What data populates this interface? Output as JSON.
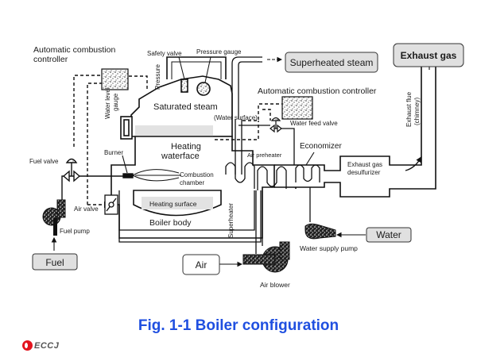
{
  "labels": {
    "auto_controller_left_1": "Automatic combustion",
    "auto_controller_left_2": "controller",
    "safety_valve": "Safety valve",
    "pressure_gauge": "Pressure gauge",
    "pressure": "Pressure",
    "water_level_gauge_1": "Water level",
    "water_level_gauge_2": "gauge",
    "saturated_steam": "Saturated steam",
    "water_surface": "(Water surface)",
    "heating_top_1": "Heating",
    "heating_top_2": "waterface",
    "burner": "Burner",
    "fuel_valve": "Fuel valve",
    "combustion_chamber_1": "Combustion",
    "combustion_chamber_2": "chamber",
    "air_valve": "Air valve",
    "heating_surface": "Heating surface",
    "boiler_body": "Boiler body",
    "fuel_pump": "Fuel pump",
    "superheater": "Superheater",
    "auto_controller_right": "Automatic combustion controller",
    "water_feed_valve": "Water feed valve",
    "air_preheater": "Air preheater",
    "economizer": "Economizer",
    "exhaust_desulf_1": "Exhaust gas",
    "exhaust_desulf_2": "desulfurizer",
    "exhaust_flue_1": "Exhaust flue",
    "exhaust_flue_2": "(chimney)",
    "water_supply_pump": "Water supply pump",
    "air_blower": "Air blower"
  },
  "boxes": {
    "superheated_steam": "Superheated steam",
    "exhaust_gas": "Exhaust gas",
    "water": "Water",
    "air": "Air",
    "fuel": "Fuel"
  },
  "caption": "Fig. 1-1  Boiler configuration",
  "logo": "ECCJ",
  "colors": {
    "caption": "#1f4fe0",
    "box_fill": "#e0e0e0",
    "heating_fill": "#e2e2e2",
    "logo_red": "#e3141e"
  }
}
